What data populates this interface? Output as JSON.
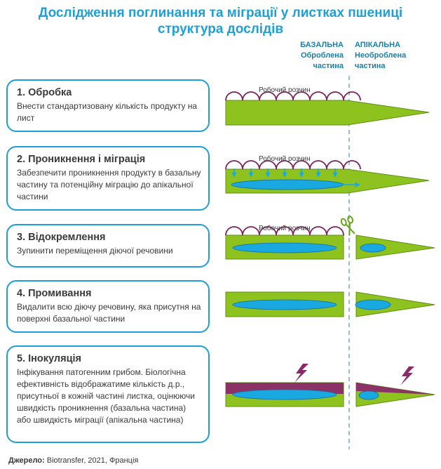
{
  "title_line1": "Дослідження поглинання та міграції у листках пшениці",
  "title_line2": "структура дослідів",
  "columns": {
    "basal": [
      "БАЗАЛЬНА",
      "Оброблена",
      "частина"
    ],
    "apical": [
      "АПІКАЛЬНА",
      "Необроблена",
      "частина"
    ]
  },
  "steps": [
    {
      "title": "1. Обробка",
      "desc": "Внести стандартизовану кількість продукту на лист"
    },
    {
      "title": "2. Проникнення і міграція",
      "desc": "Забезпечити проникнення продукту в базальну частину та потенційну міграцію до апікальної частини"
    },
    {
      "title": "3. Відокремлення",
      "desc": "Зупинити переміщення діючої речовини"
    },
    {
      "title": "4. Промивання",
      "desc": "Видалити всю діючу речовину, яка присутня на поверхні базальної частини"
    },
    {
      "title": "5. Інокуляція",
      "desc": "Інфікування патогенним грибом. Біологічна ефективність відображатиме кількість д.р., присутньої в кожній частині листка, оцінюючи швидкість проникнення (базальна частина) або швидкість міграції (апікальна частина)"
    }
  ],
  "solution_label": "Робочий розчин",
  "source_label": "Джерело:",
  "source_text": "Biotransfer, 2021, Франція",
  "colors": {
    "title": "#1e9fd6",
    "leaf": "#8dc21f",
    "leaf_stroke": "#5f8f12",
    "ellipse": "#19a8e0",
    "solution": "#7b2360",
    "infection": "#8b2a6b"
  }
}
